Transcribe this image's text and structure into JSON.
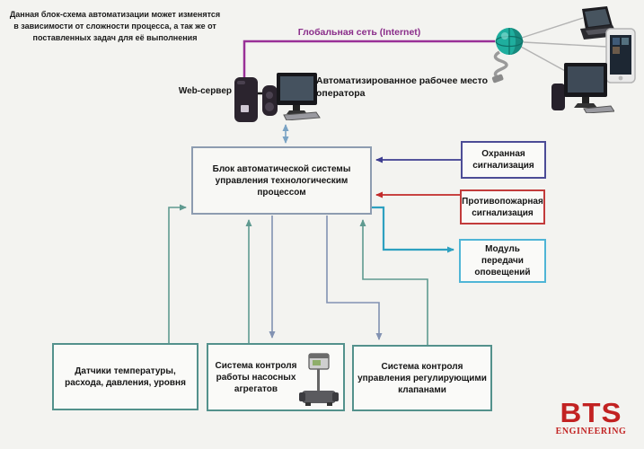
{
  "note": "Данная блок-схема автоматизации может изменятся в зависимости от сложности процесса, а так же от поставленных задач для её выполнения",
  "labels": {
    "internet": "Глобальная сеть (Internet)",
    "web_server": "Web-сервер",
    "operator_workstation": "Автоматизированное рабочее место оператора"
  },
  "boxes": {
    "central": "Блок автоматической системы управления технологическим процессом",
    "security": "Охранная сигнализация",
    "fire": "Противопожарная сигнализация",
    "notification": "Модуль передачи оповещений",
    "sensors": "Датчики температуры, расхода, давления, уровня",
    "pumps": "Система контроля работы насосных агрегатов",
    "valves": "Система контроля управления регулирующими клапанами"
  },
  "logo": {
    "name": "BTS",
    "sub": "ENGINEERING"
  },
  "icons": [
    "web-server-icon",
    "operator-workstation-icon",
    "globe-internet-icon",
    "laptop-icon",
    "tablet-icon",
    "desktop-computer-icon",
    "pump-unit-icon"
  ],
  "colors": {
    "internet_line": "#993097",
    "security_line": "#3d3d90",
    "fire_line": "#c22a2a",
    "notification_line": "#2da0c0",
    "sensor_lines_up": "#5f9a90",
    "control_lines_down": "#8292b2",
    "workstation_link": "#7aa3c4",
    "box_border_teal": "#53918c",
    "logo_red": "#c22222"
  }
}
